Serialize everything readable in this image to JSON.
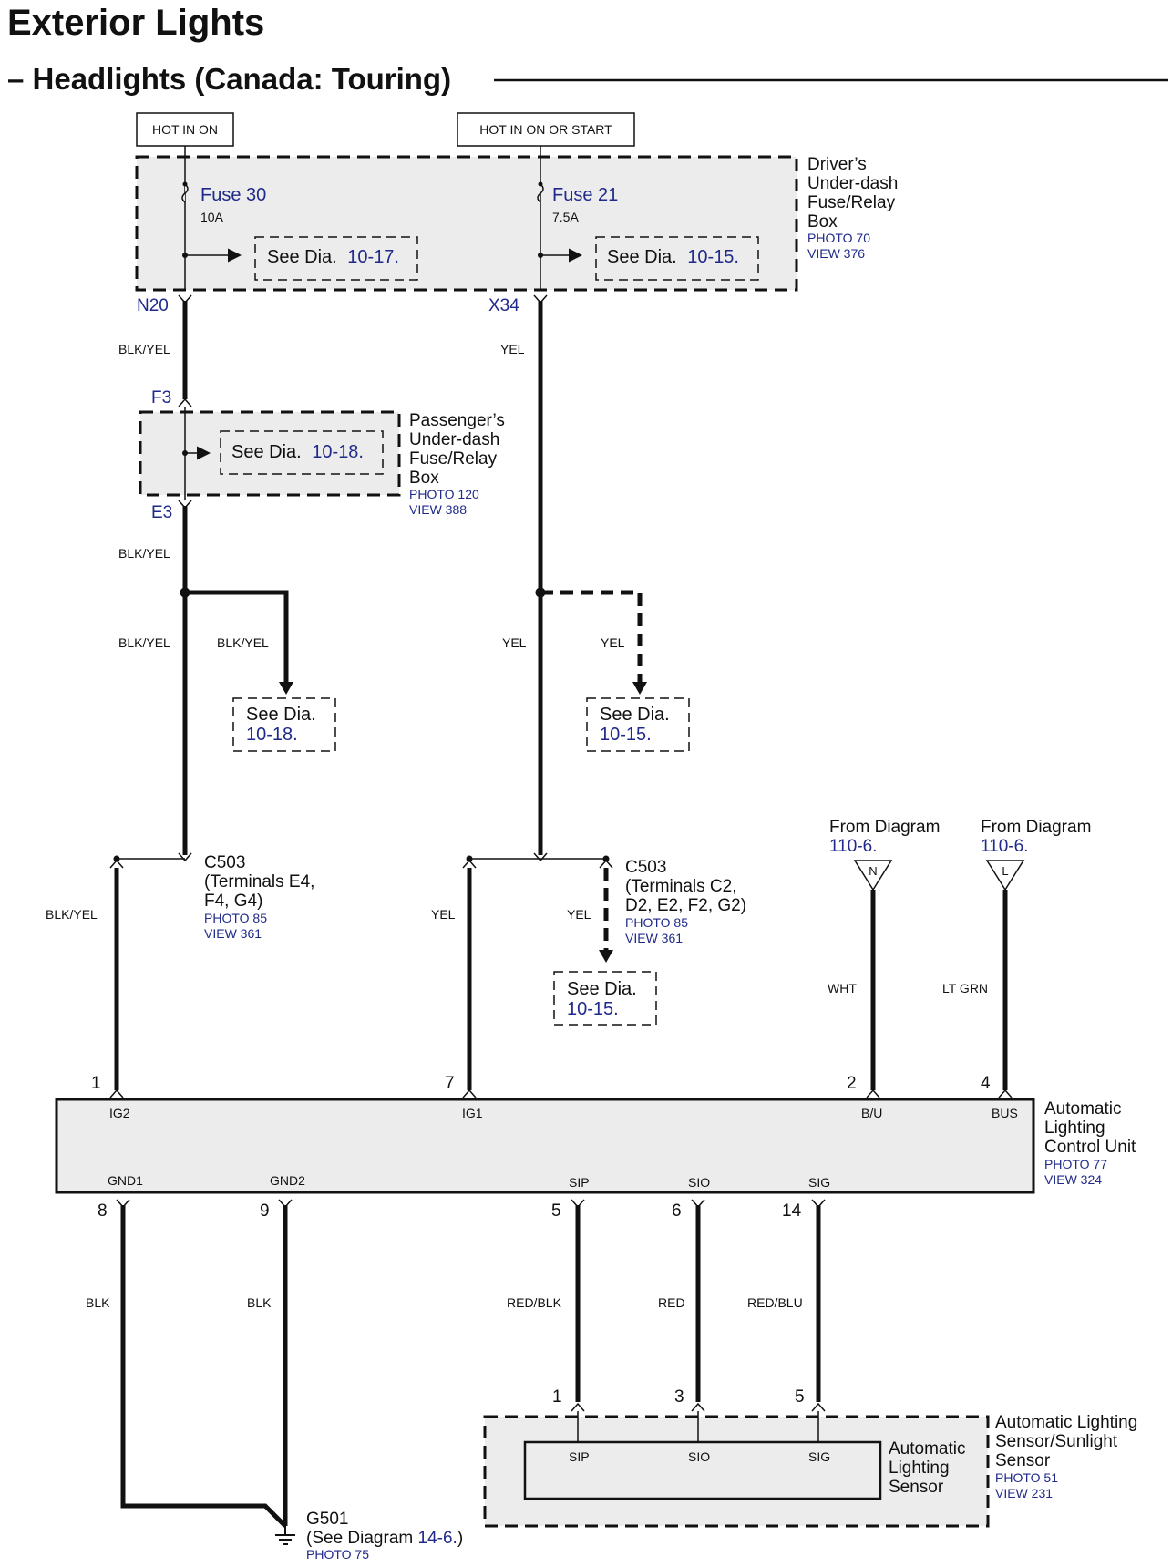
{
  "title": "Exterior Lights",
  "subtitle": "– Headlights (Canada: Touring)",
  "power": {
    "hot_in_on": "HOT IN ON",
    "hot_in_on_or_start": "HOT IN ON OR START"
  },
  "drivers_box": {
    "name": [
      "Driver’s",
      "Under-dash",
      "Fuse/Relay",
      "Box"
    ],
    "photo": "PHOTO 70",
    "view": "VIEW 376",
    "fuse30": {
      "name": "Fuse 30",
      "rating": "10A",
      "see": "See  Dia.",
      "dia": "10-17."
    },
    "fuse21": {
      "name": "Fuse 21",
      "rating": "7.5A",
      "see": "See  Dia.",
      "dia": "10-15."
    },
    "pin_left": "N20",
    "pin_right": "X34"
  },
  "passengers_box": {
    "name": [
      "Passenger’s",
      "Under-dash",
      "Fuse/Relay",
      "Box"
    ],
    "photo": "PHOTO 120",
    "view": "VIEW 388",
    "see": "See  Dia.",
    "dia": "10-18.",
    "pin_top": "F3",
    "pin_bottom": "E3"
  },
  "wires": {
    "blk_yel": "BLK/YEL",
    "yel": "YEL",
    "wht": "WHT",
    "lt_grn": "LT GRN",
    "blk": "BLK",
    "red_blk": "RED/BLK",
    "red": "RED",
    "red_blu": "RED/BLU"
  },
  "branch_refs": {
    "left": {
      "see": "See   Dia.",
      "dia": "10-18."
    },
    "right": {
      "see": "See   Dia.",
      "dia": "10-15."
    },
    "c503_right": {
      "see": "See  Dia.",
      "dia": "10-15."
    }
  },
  "c503_left": {
    "lines": [
      "C503",
      "(Terminals E4,",
      "F4, G4)"
    ],
    "photo": "PHOTO 85",
    "view": "VIEW 361"
  },
  "c503_right": {
    "lines": [
      "C503",
      "(Terminals C2,",
      "D2, E2, F2, G2)"
    ],
    "photo": "PHOTO 85",
    "view": "VIEW 361"
  },
  "from_diagram": {
    "n": {
      "label": "From Diagram",
      "dia": "110-6.",
      "letter": "N"
    },
    "l": {
      "label": "From Diagram",
      "dia": "110-6.",
      "letter": "L"
    }
  },
  "control_unit": {
    "name": [
      "Automatic",
      "Lighting",
      "Control Unit"
    ],
    "photo": "PHOTO 77",
    "view": "VIEW 324",
    "top_pins": [
      {
        "num": "1",
        "label": "IG2"
      },
      {
        "num": "7",
        "label": "IG1"
      },
      {
        "num": "2",
        "label": "B/U"
      },
      {
        "num": "4",
        "label": "BUS"
      }
    ],
    "bottom_pins": [
      {
        "num": "8",
        "label": "GND1"
      },
      {
        "num": "9",
        "label": "GND2"
      },
      {
        "num": "5",
        "label": "SIP"
      },
      {
        "num": "6",
        "label": "SIO"
      },
      {
        "num": "14",
        "label": "SIG"
      }
    ]
  },
  "sensor": {
    "outer_name": [
      "Automatic Lighting",
      "Sensor/Sunlight",
      "Sensor"
    ],
    "photo": "PHOTO 51",
    "view": "VIEW 231",
    "inner_name": [
      "Automatic",
      "Lighting",
      "Sensor"
    ],
    "pins": [
      {
        "num": "1",
        "label": "SIP"
      },
      {
        "num": "3",
        "label": "SIO"
      },
      {
        "num": "5",
        "label": "SIG"
      }
    ]
  },
  "ground": {
    "name": "G501",
    "see": "(See Diagram ",
    "dia": "14-6.",
    "close": ")",
    "photo": "PHOTO 75"
  },
  "colors": {
    "ink": "#111111",
    "link_blue": "#1f2a8a",
    "box_fill": "#ececec"
  }
}
